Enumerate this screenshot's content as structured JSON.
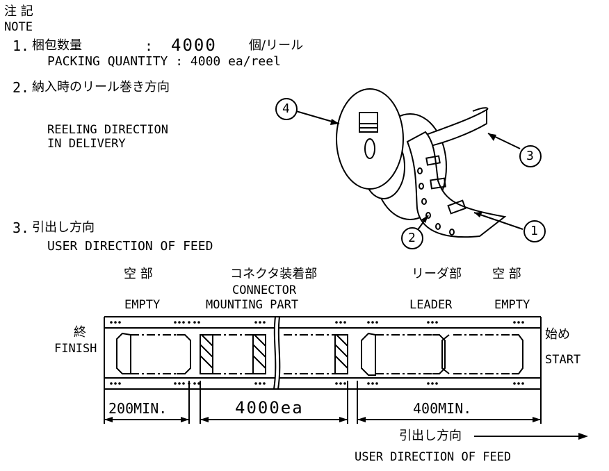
{
  "notes": {
    "title_jp": "注 記",
    "title_en": "NOTE",
    "item1": {
      "num": "1.",
      "jp": "梱包数量",
      "colon": ":",
      "qty": "4000",
      "unit_jp": "個/リール",
      "en": "PACKING QUANTITY : 4000 ea/reel"
    },
    "item2": {
      "num": "2.",
      "jp": "納入時のリール巻き方向",
      "en_line1": "REELING DIRECTION",
      "en_line2": "IN DELIVERY"
    },
    "item3": {
      "num": "3.",
      "jp": "引出し方向",
      "en": "USER DIRECTION OF FEED"
    }
  },
  "reel_callouts": [
    "4",
    "3",
    "2",
    "1"
  ],
  "tape": {
    "sections": {
      "empty_left_jp": "空 部",
      "empty_left_en": "EMPTY",
      "connector_jp": "コネクタ装着部",
      "connector_en_line1": "CONNECTOR",
      "connector_en_line2": "MOUNTING PART",
      "leader_jp": "リーダ部",
      "leader_en": "LEADER",
      "empty_right_jp": "空 部",
      "empty_right_en": "EMPTY"
    },
    "finish_jp": "終",
    "finish_en": "FINISH",
    "start_jp": "始め",
    "start_en": "START",
    "dim_empty": "200MIN.",
    "dim_connector": "4000ea",
    "dim_leader": "400MIN.",
    "feed_jp": "引出し方向",
    "feed_en": "USER DIRECTION OF FEED"
  }
}
